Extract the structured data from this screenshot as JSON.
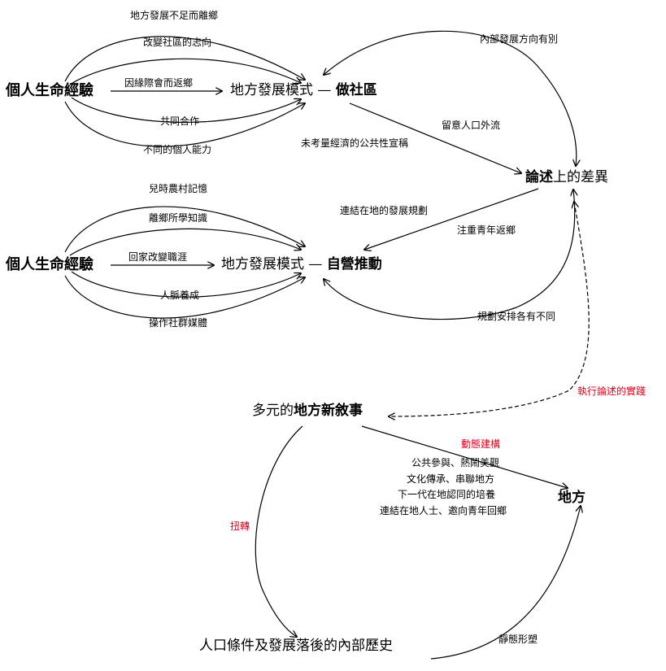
{
  "colors": {
    "stroke": "#000000",
    "accent_red": "#e0001b"
  },
  "top_group": {
    "source": "個人生命經驗",
    "target_prefix": "地方發展模式 — ",
    "target_emph": "做社區",
    "edges": [
      "地方發展不足而離鄉",
      "改變社區的志向",
      "因緣際會而返鄉",
      "共同合作",
      "不同的個人能力"
    ]
  },
  "bottom_group": {
    "source": "個人生命經驗",
    "target_prefix": "地方發展模式 — ",
    "target_emph": "自營推動",
    "edges": [
      "兒時農村記憶",
      "離鄉所學知識",
      "回家改變職涯",
      "人脈養成",
      "操作社群媒體"
    ]
  },
  "discourse": {
    "node_prefix": "論述",
    "node_rest": "上的差異",
    "edge_internal_top": "內部發展方向有別",
    "edge_outflow": "留意人口外流",
    "edge_public": "未考量經濟的公共性宣稱",
    "edge_link_plan": "連結在地的發展規劃",
    "edge_youth": "注重青年返鄉",
    "edge_internal_bottom": "規劃安排各有不同",
    "edge_practice": "執行論述的實踐"
  },
  "narrative": {
    "node_prefix": "多元的",
    "node_emph": "地方新敘事",
    "place_node": "地方",
    "dynamic_label": "動態建構",
    "dynamic_items": [
      "公共參與、熱鬧美觀",
      "文化傳承、串聯地方",
      "下一代在地認同的培養",
      "連結在地人士、邀向青年回鄉"
    ],
    "twist_label": "扭轉",
    "history_node": "人口條件及發展落後的內部歷史",
    "static_label": "靜態形塑"
  }
}
